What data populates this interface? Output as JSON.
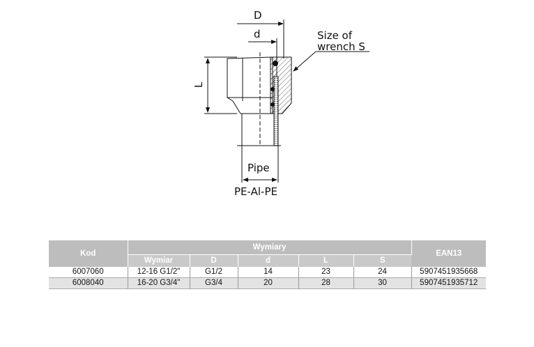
{
  "drawing": {
    "label_D": "D",
    "label_d": "d",
    "label_L": "L",
    "wrench_line1": "Size of",
    "wrench_line2": "wrench S",
    "pipe": "Pipe",
    "pipe_type": "PE-Al-PE"
  },
  "table": {
    "header_kod": "Kod",
    "header_group": "Wymiary",
    "header_ean": "EAN13",
    "sub_headers": [
      "Wymiar",
      "D",
      "d",
      "L",
      "S"
    ],
    "rows": [
      {
        "kod": "6007060",
        "wymiar": "12-16 G1/2\"",
        "D": "G1/2",
        "d": "14",
        "L": "23",
        "S": "24",
        "ean": "5907451935668"
      },
      {
        "kod": "6008040",
        "wymiar": "16-20 G3/4\"",
        "D": "G3/4",
        "d": "20",
        "L": "28",
        "S": "30",
        "ean": "5907451935712"
      }
    ]
  }
}
